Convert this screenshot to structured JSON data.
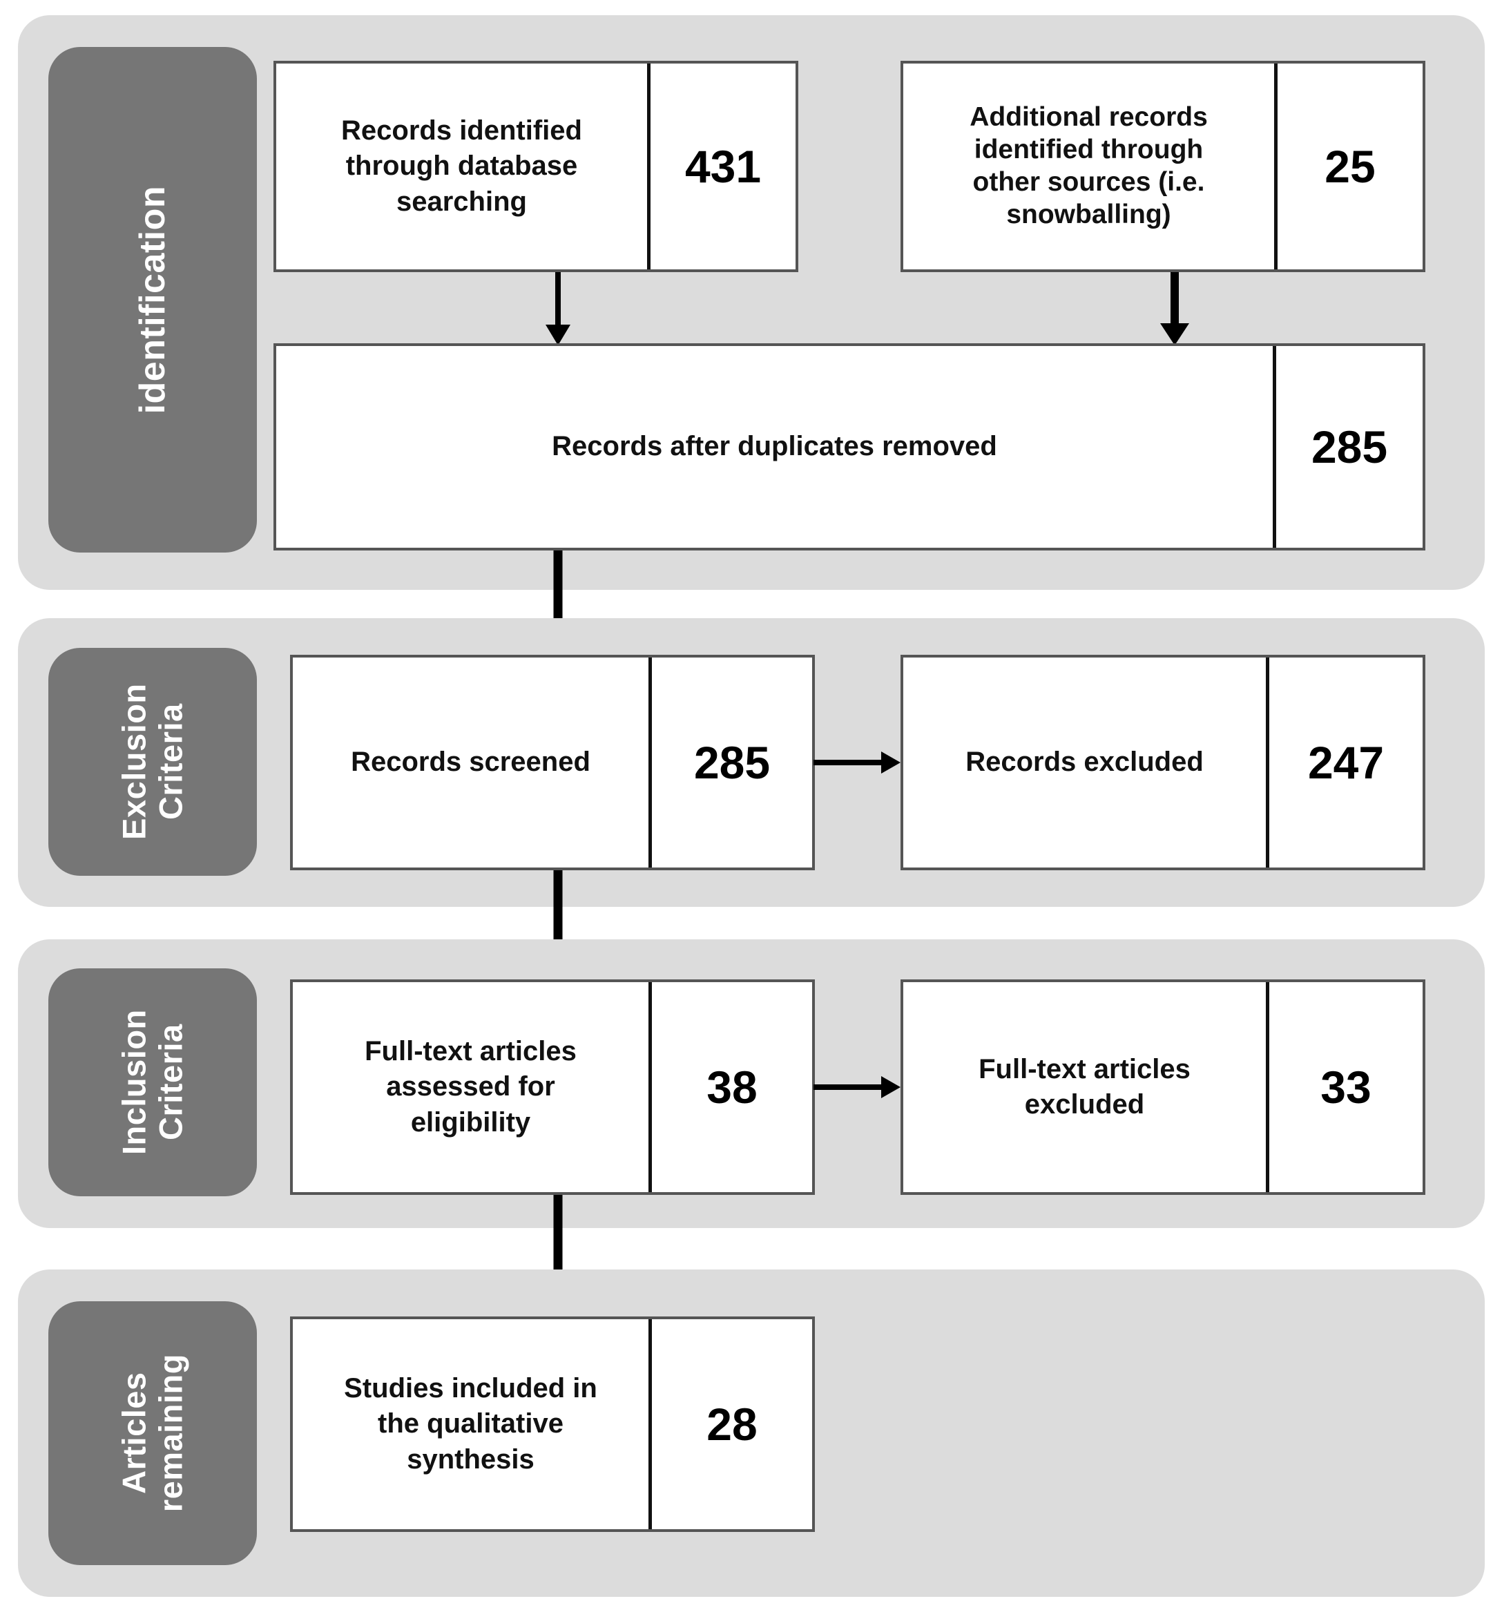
{
  "diagram": {
    "title": "PRISMA study selection flow diagram",
    "colors": {
      "band_background": "#dcdcdc",
      "stage_tab_background": "#767676",
      "stage_tab_text": "#ffffff",
      "box_background": "#ffffff",
      "box_border": "#555555",
      "divider": "#111111",
      "arrow": "#000000",
      "page_background": "#ffffff"
    }
  },
  "stages": [
    {
      "id": "identification",
      "label": "identification"
    },
    {
      "id": "exclusion-criteria",
      "label": "Exclusion\nCriteria"
    },
    {
      "id": "inclusion-criteria",
      "label": "Inclusion\nCriteria"
    },
    {
      "id": "articles-remaining",
      "label": "Articles\nremaining"
    }
  ],
  "boxes": {
    "records_identified": {
      "label": "Records identified\nthrough database\nsearching",
      "count": "431"
    },
    "additional_records": {
      "label": "Additional records\nidentified through\nother sources (i.e.\nsnowballing)",
      "count": "25"
    },
    "records_after_duplicates": {
      "label": "Records after duplicates removed",
      "count": "285"
    },
    "records_screened": {
      "label": "Records screened",
      "count": "285"
    },
    "records_excluded": {
      "label": "Records excluded",
      "count": "247"
    },
    "fulltext_assessed": {
      "label": "Full-text articles\nassessed for\neligibility",
      "count": "38"
    },
    "fulltext_excluded": {
      "label": "Full-text articles\nexcluded",
      "count": "33"
    },
    "studies_included": {
      "label": "Studies included in\nthe qualitative\nsynthesis",
      "count": "28"
    }
  },
  "chart_data": {
    "type": "diagram",
    "title": "PRISMA flow diagram",
    "stages": [
      "identification",
      "Exclusion Criteria",
      "Inclusion Criteria",
      "Articles remaining"
    ],
    "nodes": [
      {
        "id": "records_identified",
        "stage": "identification",
        "label": "Records identified through database searching",
        "value": 431
      },
      {
        "id": "additional_records",
        "stage": "identification",
        "label": "Additional records identified through other sources (i.e. snowballing)",
        "value": 25
      },
      {
        "id": "records_after_duplicates",
        "stage": "identification",
        "label": "Records after duplicates removed",
        "value": 285
      },
      {
        "id": "records_screened",
        "stage": "Exclusion Criteria",
        "label": "Records screened",
        "value": 285
      },
      {
        "id": "records_excluded",
        "stage": "Exclusion Criteria",
        "label": "Records excluded",
        "value": 247
      },
      {
        "id": "fulltext_assessed",
        "stage": "Inclusion Criteria",
        "label": "Full-text articles assessed for eligibility",
        "value": 38
      },
      {
        "id": "fulltext_excluded",
        "stage": "Inclusion Criteria",
        "label": "Full-text articles excluded",
        "value": 33
      },
      {
        "id": "studies_included",
        "stage": "Articles remaining",
        "label": "Studies included in the qualitative synthesis",
        "value": 28
      }
    ],
    "edges": [
      {
        "from": "records_identified",
        "to": "records_after_duplicates",
        "direction": "down"
      },
      {
        "from": "additional_records",
        "to": "records_after_duplicates",
        "direction": "down"
      },
      {
        "from": "records_after_duplicates",
        "to": "records_screened",
        "direction": "down"
      },
      {
        "from": "records_screened",
        "to": "records_excluded",
        "direction": "right"
      },
      {
        "from": "records_screened",
        "to": "fulltext_assessed",
        "direction": "down"
      },
      {
        "from": "fulltext_assessed",
        "to": "fulltext_excluded",
        "direction": "right"
      },
      {
        "from": "fulltext_assessed",
        "to": "studies_included",
        "direction": "down"
      }
    ]
  }
}
